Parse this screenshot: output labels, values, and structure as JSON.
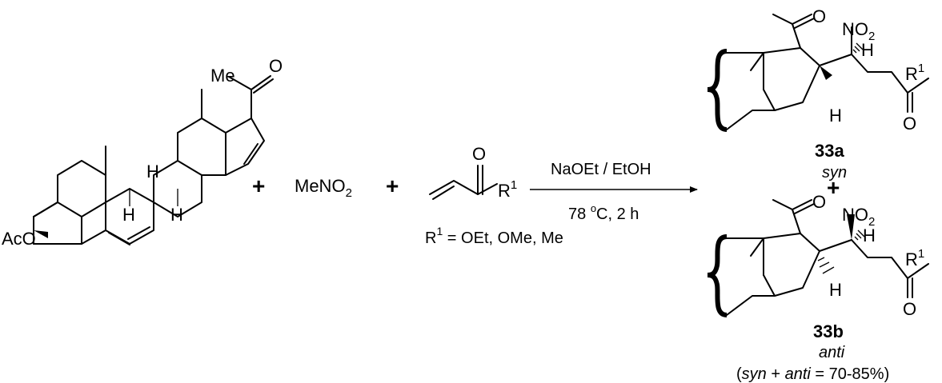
{
  "starting_material": {
    "me": "Me",
    "o": "O",
    "aco": "AcO",
    "h1": "H",
    "h2": "H",
    "h3": "H"
  },
  "plus_1": "+",
  "plus_2": "+",
  "nitromethane": {
    "prefix": "MeNO",
    "sub": "2"
  },
  "acrylate": {
    "o": "O",
    "r": "R",
    "r_sup": "1",
    "definition": {
      "r": "R",
      "sup": "1",
      "text": " = OEt, OMe, Me"
    }
  },
  "conditions": {
    "reagents": "NaOEt / EtOH",
    "temp_value": "78 ",
    "temp_sup": "o",
    "temp_rest": "C, 2 h"
  },
  "product_syn": {
    "o_acetyl": "O",
    "no2": {
      "prefix": "NO",
      "sub": "2"
    },
    "h_top": "H",
    "h_ring": "H",
    "r": "R",
    "r_sup": "1",
    "o_ketone": "O",
    "compound_id": "33a",
    "stereo_label": "syn"
  },
  "plus_products": "+",
  "product_anti": {
    "o_acetyl": "O",
    "no2": {
      "prefix": "NO",
      "sub": "2"
    },
    "h_top": "H",
    "h_ring": "H",
    "r": "R",
    "r_sup": "1",
    "o_ketone": "O",
    "compound_id": "33b",
    "stereo_label": "anti"
  },
  "yield_note": {
    "open": "(",
    "syn": "syn",
    "plus": " + ",
    "anti": "anti",
    "rest": " = 70-85%)"
  }
}
